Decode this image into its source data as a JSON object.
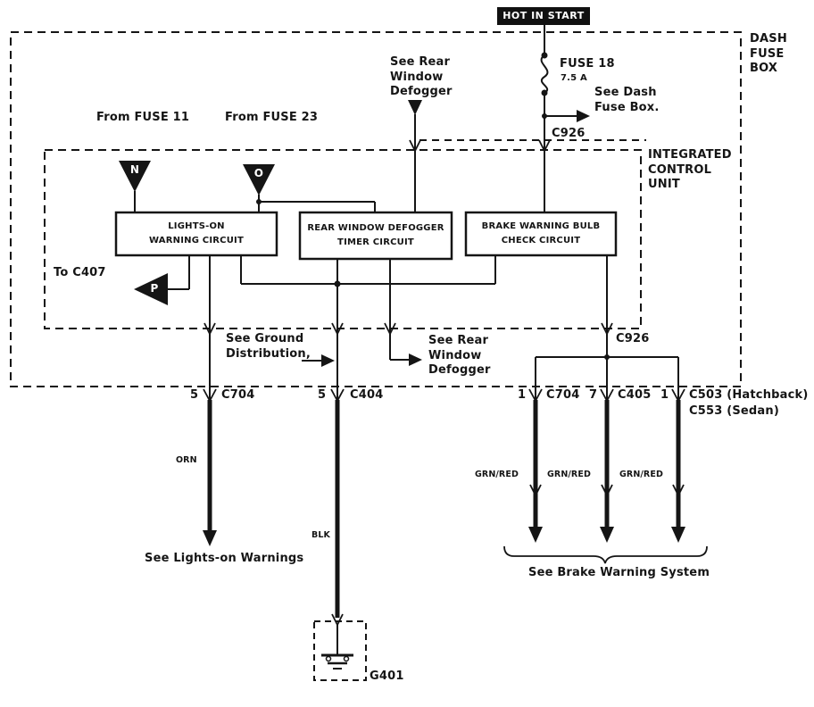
{
  "header": {
    "hot_in_start": "HOT IN START"
  },
  "dash_fuse_box": {
    "label": "DASH\nFUSE\nBOX",
    "fuse_name": "FUSE 18",
    "fuse_rating": "7.5 A",
    "see_dash": "See Dash\nFuse Box.",
    "connector_top": "C926"
  },
  "icu": {
    "label": "INTEGRATED\nCONTROL\nUNIT",
    "from_fuse_11": "From FUSE 11",
    "from_fuse_23": "From FUSE 23",
    "n": "N",
    "o": "O",
    "p": "P",
    "to_c407": "To C407",
    "box_lights_on": "LIGHTS-ON\nWARNING CIRCUIT",
    "box_defogger": "REAR WINDOW  DEFOGGER\nTIMER CIRCUIT",
    "box_brake": "BRAKE WARNING BULB\nCHECK CIRCUIT"
  },
  "notes": {
    "rear_defogger_top": "See Rear\nWindow\nDefogger",
    "ground_distribution": "See Ground\nDistribution,",
    "rear_defogger_mid": "See Rear\nWindow\nDefogger",
    "connector_mid": "C926",
    "lights_on": "See Lights-on Warnings",
    "brake_system": "See  Brake Warning System"
  },
  "connectors": {
    "c704_left": {
      "pin": "5",
      "name": "C704"
    },
    "c404": {
      "pin": "5",
      "name": "C404"
    },
    "c704_right": {
      "pin": "1",
      "name": "C704"
    },
    "c405": {
      "pin": "7",
      "name": "C405"
    },
    "c503": {
      "pin": "1",
      "name": "C503  (Hatchback)",
      "alt": "C553  (Sedan)"
    }
  },
  "wires": {
    "orn": "ORN",
    "blk": "BLK",
    "grn_red_1": "GRN/RED",
    "grn_red_2": "GRN/RED",
    "grn_red_3": "GRN/RED"
  },
  "ground": {
    "label": "G401"
  }
}
